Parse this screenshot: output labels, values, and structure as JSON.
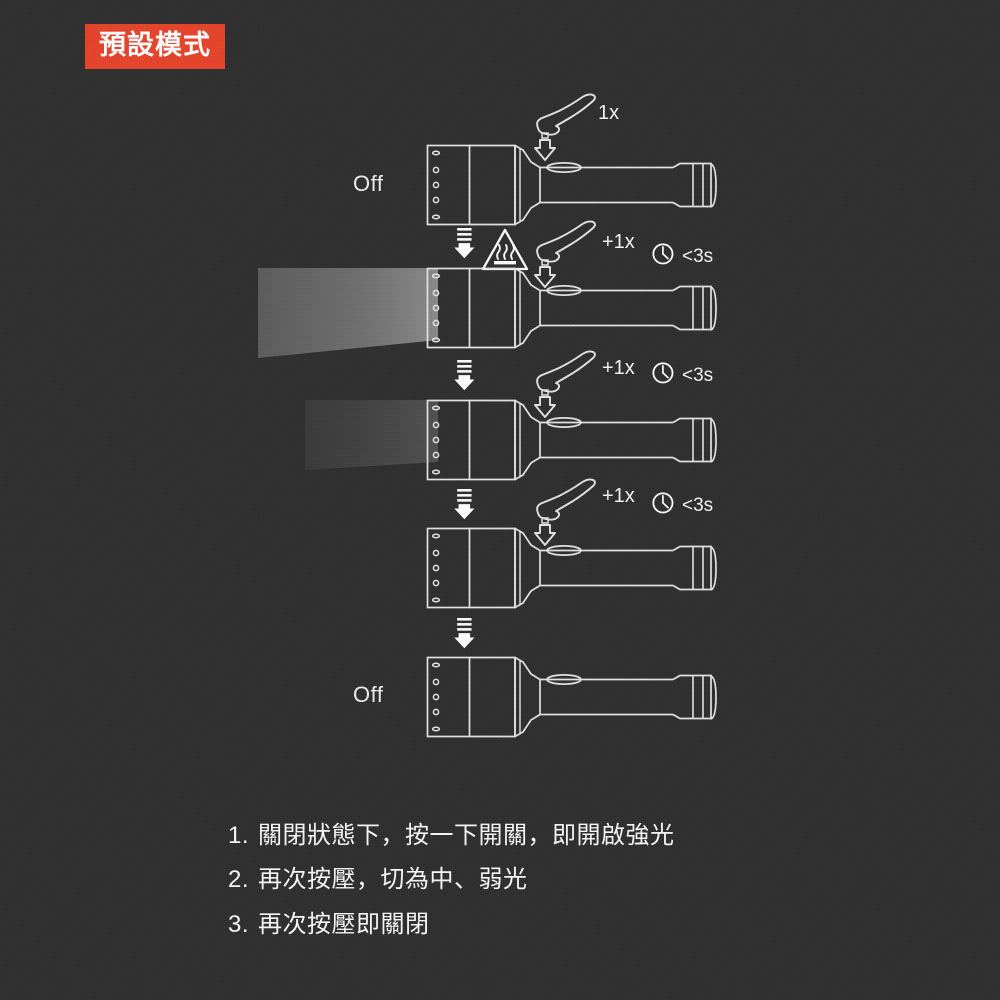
{
  "badge": {
    "label": "預設模式",
    "color": "#e8432a"
  },
  "background": {
    "color": "#2e2e2e",
    "texture": "noise"
  },
  "stroke_color": "#e6e6e6",
  "diagram": {
    "title": "flashlight-mode-sequence",
    "rows": [
      {
        "id": "row-off-top",
        "state_label": "Off",
        "press_label": "1x",
        "timer_label": "",
        "has_beam": false,
        "beam_intensity": 0,
        "has_heat_warning": false,
        "has_finger": true,
        "has_clock": false
      },
      {
        "id": "row-high",
        "state_label": "",
        "press_label": "+1x",
        "timer_label": "<3s",
        "has_beam": true,
        "beam_intensity": 1.0,
        "has_heat_warning": true,
        "has_finger": true,
        "has_clock": true
      },
      {
        "id": "row-medium",
        "state_label": "",
        "press_label": "+1x",
        "timer_label": "<3s",
        "has_beam": true,
        "beam_intensity": 0.45,
        "has_heat_warning": false,
        "has_finger": true,
        "has_clock": true
      },
      {
        "id": "row-low",
        "state_label": "",
        "press_label": "+1x",
        "timer_label": "<3s",
        "has_beam": false,
        "beam_intensity": 0,
        "has_heat_warning": false,
        "has_finger": true,
        "has_clock": true
      },
      {
        "id": "row-off-bottom",
        "state_label": "Off",
        "press_label": "",
        "timer_label": "",
        "has_beam": false,
        "beam_intensity": 0,
        "has_heat_warning": false,
        "has_finger": false,
        "has_clock": false
      }
    ],
    "icons": {
      "heat_warning": "hot-surface-warning-icon",
      "clock": "clock-icon",
      "finger_press": "finger-press-icon",
      "down_arrow": "motion-down-arrow-icon",
      "beam": "light-beam-cone"
    },
    "labels": {
      "off_top": "Off",
      "off_bottom": "Off",
      "press_first": "1x",
      "press_repeat": "+1x",
      "timer": "<3s"
    }
  },
  "steps": [
    {
      "num": "1.",
      "text": "關閉狀態下，按一下開關，即開啟強光"
    },
    {
      "num": "2.",
      "text": "再次按壓，切為中、弱光"
    },
    {
      "num": "3.",
      "text": "再次按壓即關閉"
    }
  ]
}
